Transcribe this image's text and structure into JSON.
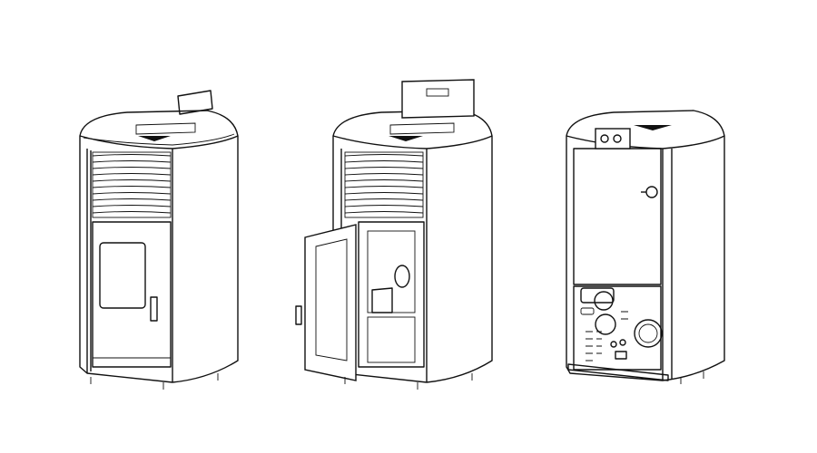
{
  "illustration": {
    "views": [
      "front-closed",
      "front-door-open",
      "rear"
    ],
    "colors": {
      "line": "#111111",
      "background": "#ffffff"
    }
  }
}
